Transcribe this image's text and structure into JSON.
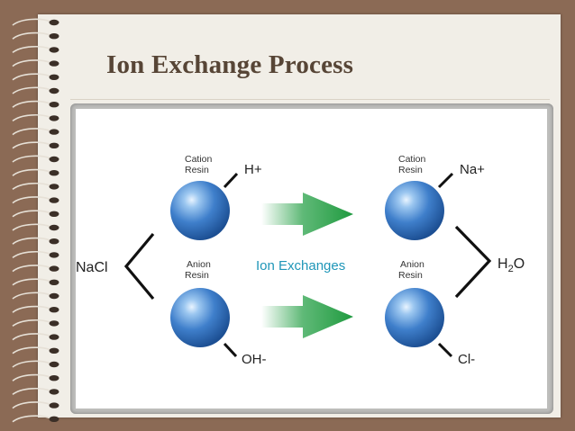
{
  "slide": {
    "title": "Ion Exchange Process"
  },
  "diagram": {
    "input": "NaCl",
    "output_sub_h": "H",
    "output_sub_2": "2",
    "output_sub_o": "O",
    "process_label": "Ion Exchanges",
    "resins": {
      "cation_left": {
        "label_line1": "Cation",
        "label_line2": "Resin",
        "ion": "H+"
      },
      "anion_left": {
        "label_line1": "Anion",
        "label_line2": "Resin",
        "ion": "OH-"
      },
      "cation_right": {
        "label_line1": "Cation",
        "label_line2": "Resin",
        "ion": "Na+"
      },
      "anion_right": {
        "label_line1": "Anion",
        "label_line2": "Resin",
        "ion": "Cl-"
      }
    },
    "colors": {
      "sphere": "#3f7fcb",
      "arrow": "#2aa24a",
      "process_label": "#1f96b8",
      "title": "#574536"
    }
  }
}
